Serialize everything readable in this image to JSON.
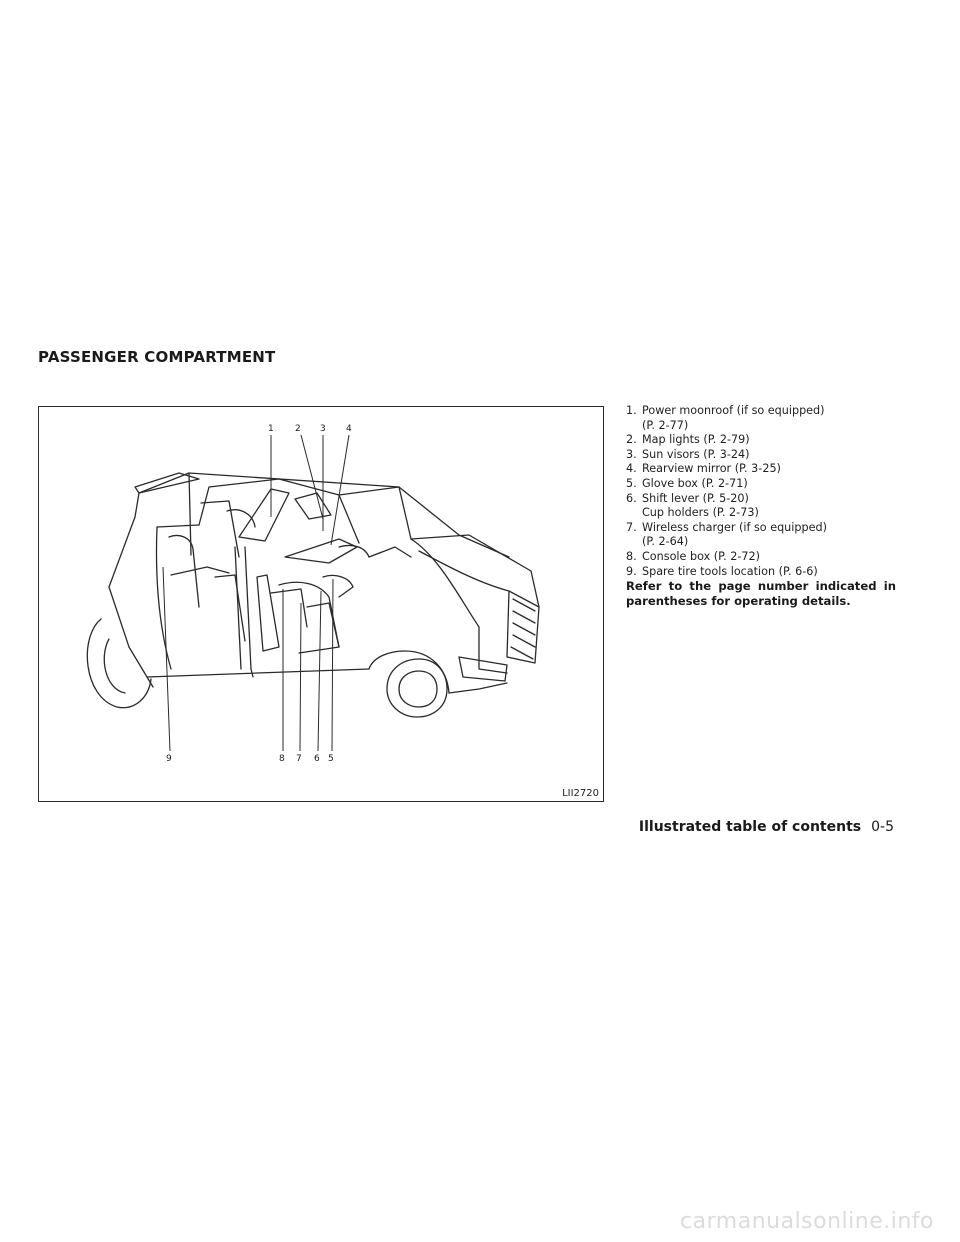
{
  "section": {
    "title": "PASSENGER COMPARTMENT"
  },
  "figure": {
    "code": "LII2720",
    "callouts_top": [
      "1",
      "2",
      "3",
      "4"
    ],
    "callouts_bottom": [
      "9",
      "8",
      "7",
      "6",
      "5"
    ]
  },
  "callout_list": {
    "items": [
      {
        "num": "1.",
        "lines": [
          "Power moonroof (if so equipped)",
          "(P. 2-77)"
        ]
      },
      {
        "num": "2.",
        "lines": [
          "Map lights (P. 2-79)"
        ]
      },
      {
        "num": "3.",
        "lines": [
          "Sun visors (P. 3-24)"
        ]
      },
      {
        "num": "4.",
        "lines": [
          "Rearview mirror (P. 3-25)"
        ]
      },
      {
        "num": "5.",
        "lines": [
          "Glove box (P. 2-71)"
        ]
      },
      {
        "num": "6.",
        "lines": [
          "Shift lever (P. 5-20)",
          "Cup holders (P. 2-73)"
        ]
      },
      {
        "num": "7.",
        "lines": [
          "Wireless charger (if so equipped)",
          "(P. 2-64)"
        ]
      },
      {
        "num": "8.",
        "lines": [
          "Console box (P. 2-72)"
        ]
      },
      {
        "num": "9.",
        "lines": [
          "Spare tire tools location (P. 6-6)"
        ]
      }
    ],
    "note": "Refer to the page number indicated in parentheses for operating details."
  },
  "footer": {
    "chapter": "Illustrated table of contents",
    "page": "0-5"
  },
  "watermark": "carmanualsonline.info"
}
